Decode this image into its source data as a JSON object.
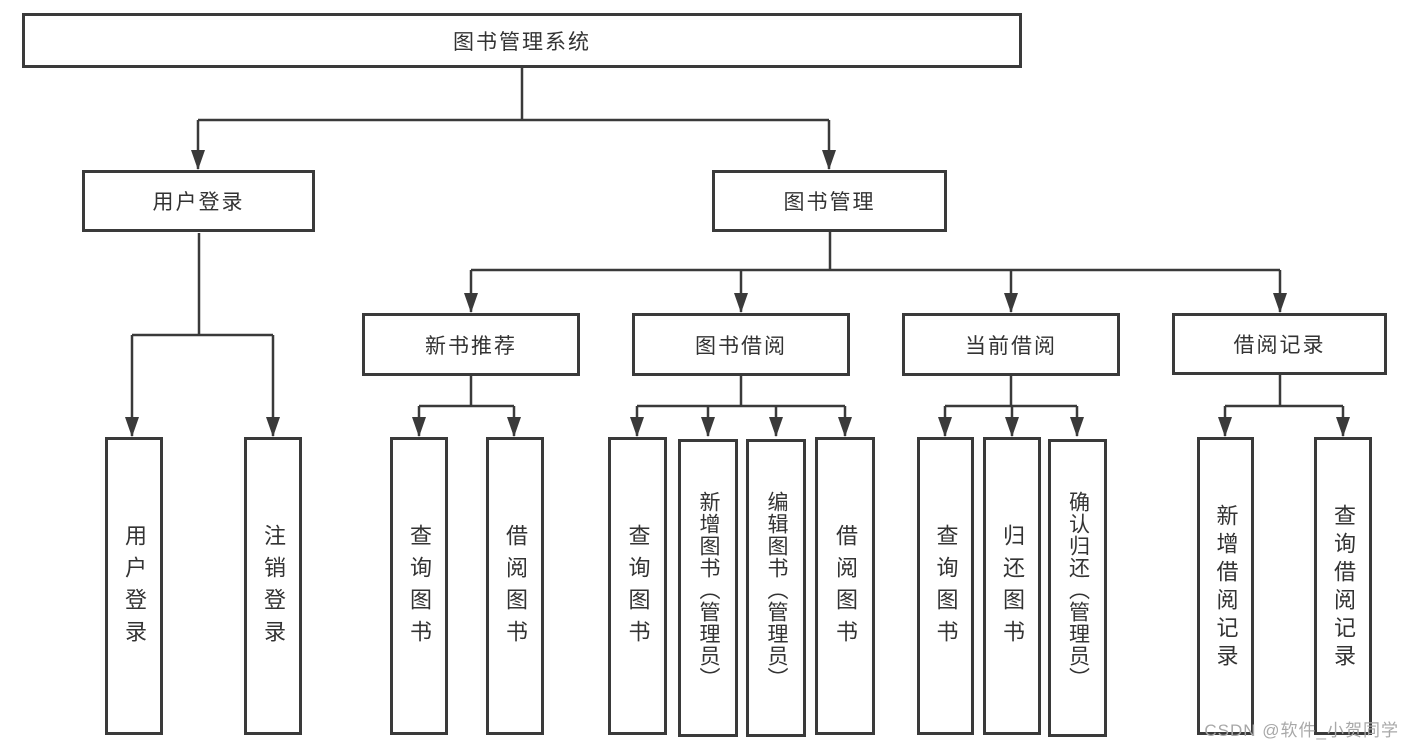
{
  "diagram": {
    "title": "图书管理系统",
    "root": {
      "label": "图书管理系统"
    },
    "level2": [
      {
        "id": "user-login",
        "label": "用户登录"
      },
      {
        "id": "book-management",
        "label": "图书管理"
      }
    ],
    "level3": [
      {
        "id": "new-book-recommend",
        "label": "新书推荐"
      },
      {
        "id": "book-borrowing",
        "label": "图书借阅"
      },
      {
        "id": "current-borrowing",
        "label": "当前借阅"
      },
      {
        "id": "borrowing-records",
        "label": "借阅记录"
      }
    ],
    "leaves": [
      {
        "id": "user-login-leaf",
        "parent": "user-login",
        "label": "用户登录"
      },
      {
        "id": "logout",
        "parent": "user-login",
        "label": "注销登录"
      },
      {
        "id": "query-books-1",
        "parent": "new-book-recommend",
        "label": "查询图书"
      },
      {
        "id": "borrow-books-1",
        "parent": "new-book-recommend",
        "label": "借阅图书"
      },
      {
        "id": "query-books-2",
        "parent": "book-borrowing",
        "label": "查询图书"
      },
      {
        "id": "add-books-admin",
        "parent": "book-borrowing",
        "label": "新增图书（管理员）"
      },
      {
        "id": "edit-books-admin",
        "parent": "book-borrowing",
        "label": "编辑图书（管理员）"
      },
      {
        "id": "borrow-books-2",
        "parent": "book-borrowing",
        "label": "借阅图书"
      },
      {
        "id": "query-books-3",
        "parent": "current-borrowing",
        "label": "查询图书"
      },
      {
        "id": "return-books",
        "parent": "current-borrowing",
        "label": "归还图书"
      },
      {
        "id": "confirm-return-admin",
        "parent": "current-borrowing",
        "label": "确认归还（管理员）"
      },
      {
        "id": "add-borrow-record",
        "parent": "borrowing-records",
        "label": "新增借阅记录"
      },
      {
        "id": "query-borrow-record",
        "parent": "borrowing-records",
        "label": "查询借阅记录"
      }
    ]
  },
  "watermark": {
    "text": "CSDN @软件_小贺同学"
  },
  "colors": {
    "line": "#3a3a3a",
    "border": "#3a3a3a",
    "text": "#333333",
    "watermark": "#a8a8a8",
    "background": "#ffffff"
  }
}
